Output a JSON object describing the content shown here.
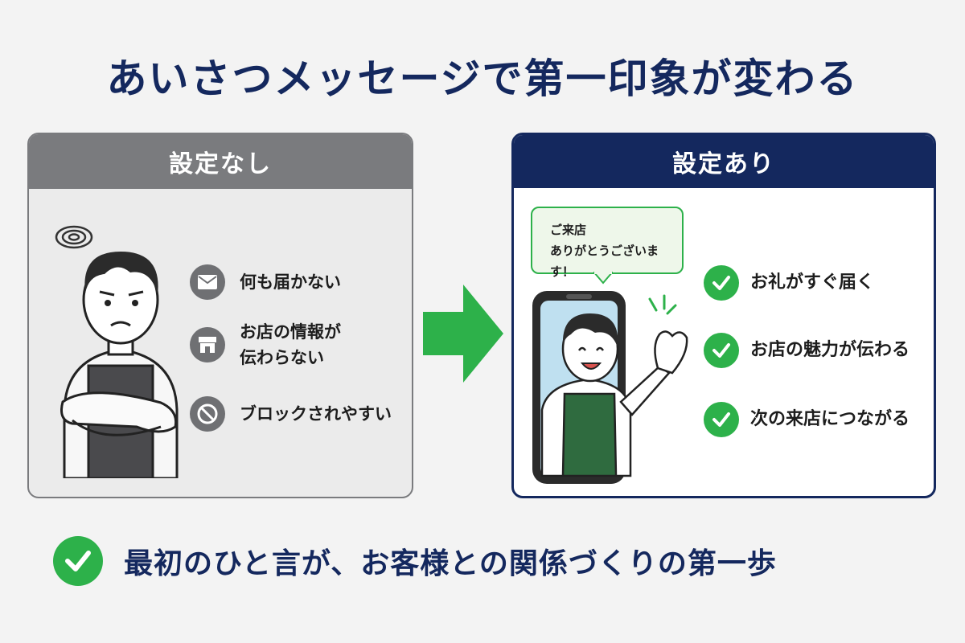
{
  "title": "あいさつメッセージで第一印象が変わる",
  "left_panel": {
    "heading": "設定なし",
    "items": [
      {
        "icon": "mail-icon",
        "text": "何も届かない"
      },
      {
        "icon": "shop-icon",
        "line1": "お店の情報が",
        "line2": "伝わらない"
      },
      {
        "icon": "block-icon",
        "text": "ブロックされやすい"
      }
    ]
  },
  "right_panel": {
    "heading": "設定あり",
    "bubble_line1": "ご来店",
    "bubble_line2": "ありがとうございます！",
    "items": [
      {
        "icon": "check-icon",
        "text": "お礼がすぐ届く"
      },
      {
        "icon": "check-icon",
        "text": "お店の魅力が伝わる"
      },
      {
        "icon": "check-icon",
        "text": "次の来店につながる"
      }
    ]
  },
  "footer": {
    "text": "最初のひと言が、お客様との関係づくりの第一歩"
  },
  "colors": {
    "navy": "#14285e",
    "gray": "#7a7b7e",
    "green": "#2db14a"
  }
}
